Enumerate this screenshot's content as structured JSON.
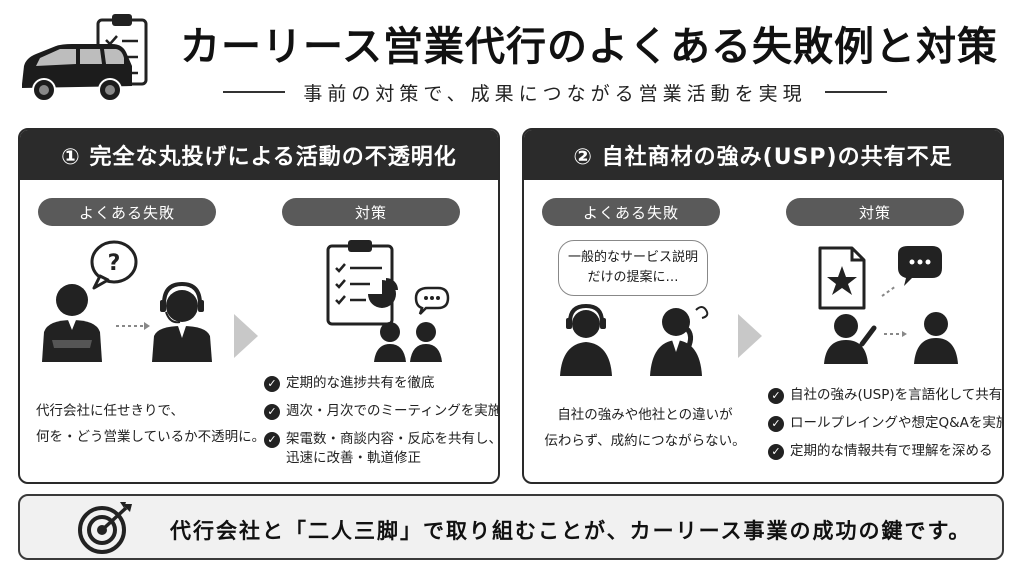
{
  "header": {
    "title": "カーリース営業代行のよくある失敗例と対策",
    "subtitle": "事前の対策で、成果につながる営業活動を実現"
  },
  "labels": {
    "fail": "よくある失敗",
    "measure": "対策"
  },
  "panels": [
    {
      "title": "① 完全な丸投げによる活動の不透明化",
      "fail_lines": [
        "代行会社に任せきりで、",
        "何を・どう営業しているか不透明に。"
      ],
      "question_mark": "?",
      "measures": [
        {
          "lines": [
            "定期的な進捗共有を徹底"
          ]
        },
        {
          "lines": [
            "週次・月次でのミーティングを実施"
          ]
        },
        {
          "lines": [
            "架電数・商談内容・反応を共有し、",
            "迅速に改善・軌道修正"
          ]
        }
      ]
    },
    {
      "title": "② 自社商材の強み(USP)の共有不足",
      "bubble_lines": [
        "一般的なサービス説明",
        "だけの提案に…"
      ],
      "fail_lines": [
        "自社の強みや他社との違いが",
        "伝わらず、成約につながらない。"
      ],
      "measures": [
        {
          "lines": [
            "自社の強み(USP)を言語化して共有"
          ]
        },
        {
          "lines": [
            "ロールプレイングや想定Q&Aを実施"
          ]
        },
        {
          "lines": [
            "定期的な情報共有で理解を深める"
          ]
        }
      ]
    }
  ],
  "footer": {
    "text": "代行会社と「二人三脚」で取り組むことが、カーリース事業の成功の鍵です。"
  },
  "icons": {
    "car": "car-icon",
    "clipboard": "clipboard-checklist-icon",
    "target": "target-arrow-icon",
    "check": "check-circle-icon"
  },
  "colors": {
    "dark": "#2b2b2b",
    "pill": "#5a5a5a",
    "arrow": "#c8c8c8",
    "footer_bg": "#f1f1f1"
  }
}
